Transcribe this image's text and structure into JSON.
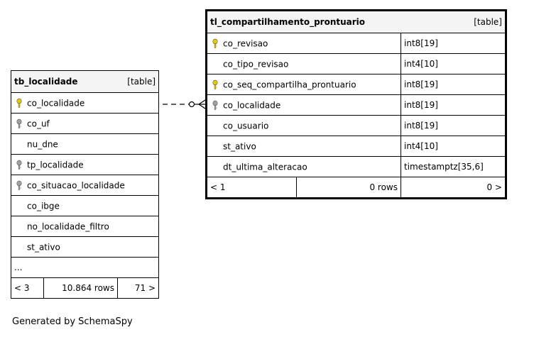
{
  "tables": {
    "tb_localidade": {
      "name": "tb_localidade",
      "type": "[table]",
      "columns": [
        {
          "name": "co_localidade",
          "key": "primary"
        },
        {
          "name": "co_uf",
          "key": "index"
        },
        {
          "name": "nu_dne",
          "key": "none"
        },
        {
          "name": "tp_localidade",
          "key": "index"
        },
        {
          "name": "co_situacao_localidade",
          "key": "index"
        },
        {
          "name": "co_ibge",
          "key": "none"
        },
        {
          "name": "no_localidade_filtro",
          "key": "none"
        },
        {
          "name": "st_ativo",
          "key": "none"
        }
      ],
      "ellipsis": "...",
      "footer": {
        "parents": "< 3",
        "rows": "10.864 rows",
        "children": "71 >"
      }
    },
    "tl_compartilhamento_prontuario": {
      "name": "tl_compartilhamento_prontuario",
      "type": "[table]",
      "columns": [
        {
          "name": "co_revisao",
          "dtype": "int8[19]",
          "key": "primary"
        },
        {
          "name": "co_tipo_revisao",
          "dtype": "int4[10]",
          "key": "none"
        },
        {
          "name": "co_seq_compartilha_prontuario",
          "dtype": "int8[19]",
          "key": "primary"
        },
        {
          "name": "co_localidade",
          "dtype": "int8[19]",
          "key": "index"
        },
        {
          "name": "co_usuario",
          "dtype": "int8[19]",
          "key": "none"
        },
        {
          "name": "st_ativo",
          "dtype": "int4[10]",
          "key": "none"
        },
        {
          "name": "dt_ultima_alteracao",
          "dtype": "timestamptz[35,6]",
          "key": "none"
        }
      ],
      "footer": {
        "parents": "< 1",
        "rows": "0 rows",
        "children": "0 >"
      }
    }
  },
  "colors": {
    "primary_key": "#e8c800",
    "index_key": "#a0a0a0",
    "header_bg": "#f4f4f4"
  },
  "footer_text": "Generated by SchemaSpy"
}
